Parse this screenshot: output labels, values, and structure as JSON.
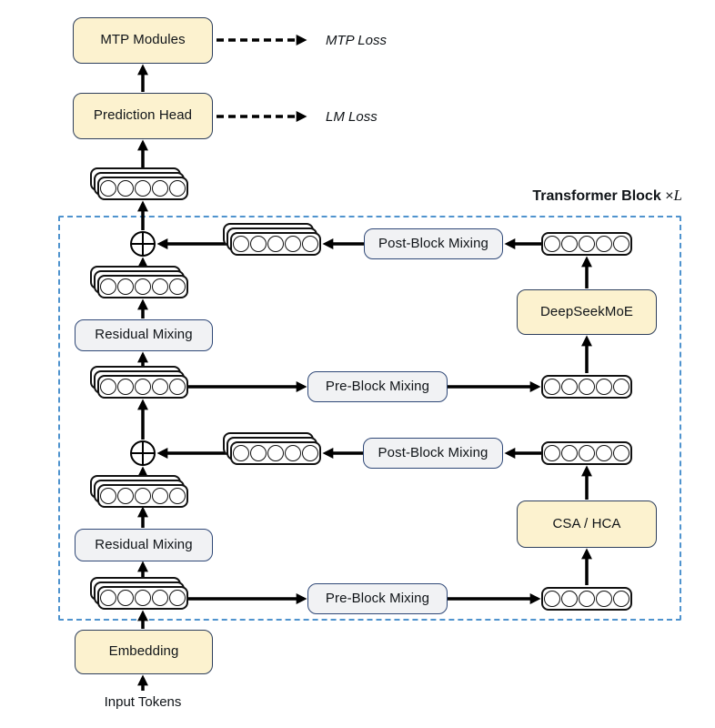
{
  "labels": {
    "mtp_modules": "MTP Modules",
    "prediction_head": "Prediction Head",
    "mtp_loss": "MTP Loss",
    "lm_loss": "LM Loss",
    "transformer_block": "Transformer Block",
    "times": "×",
    "layers_var": "L",
    "residual_mixing": "Residual Mixing",
    "pre_block_mixing": "Pre-Block Mixing",
    "post_block_mixing": "Post-Block Mixing",
    "deepseek_moe": "DeepSeekMoE",
    "csa_hca": "CSA / HCA",
    "embedding": "Embedding",
    "input_tokens": "Input Tokens"
  },
  "tokens": {
    "circles_per_row": 5,
    "stack_layers": 3
  },
  "colors": {
    "box-yellow": "#FCF2CF",
    "box-yellow-border": "#2E3F5C",
    "box-gray": "#F1F2F4",
    "box-gray-border": "#2F4877",
    "dashed-border": "#4F93CE",
    "arrow": "#000000",
    "text": "#101418"
  }
}
